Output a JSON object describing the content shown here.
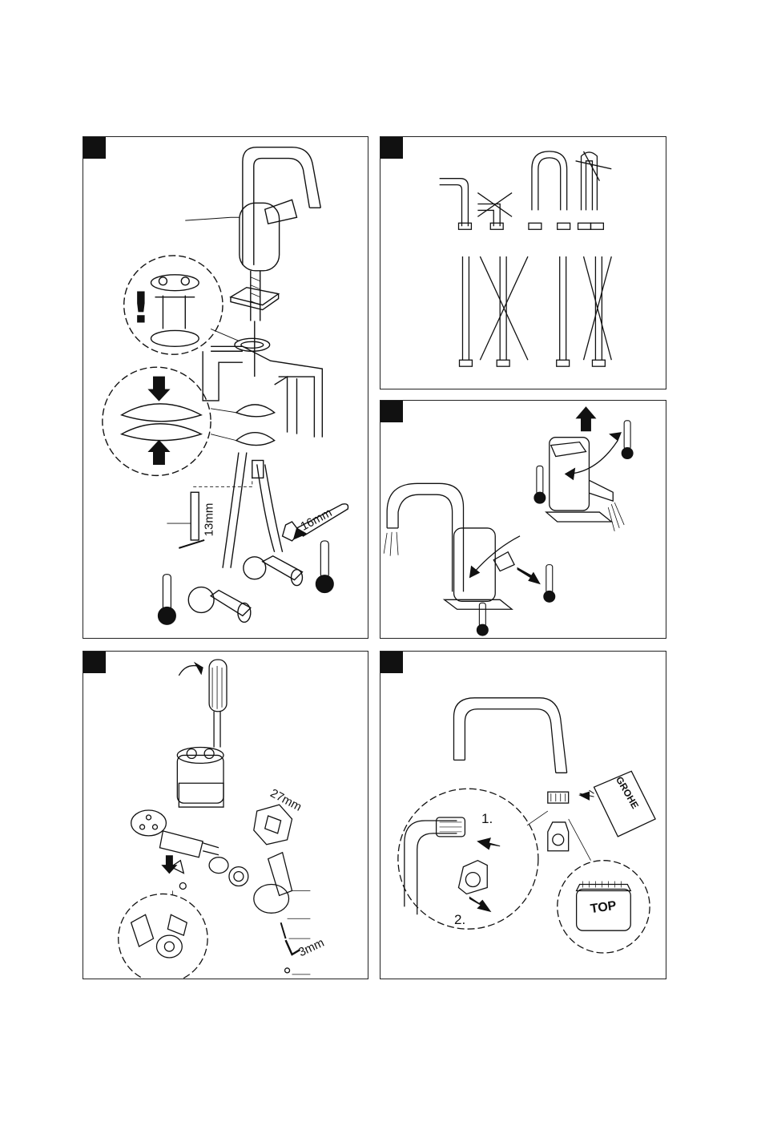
{
  "panels": {
    "install": {
      "wrench_size": "16mm",
      "key_size": "13mm",
      "warning": "!"
    },
    "hoses": {},
    "operation": {},
    "cartridge": {
      "hex_size": "27mm",
      "allen_size": "3mm"
    },
    "aerator": {
      "step1": "1.",
      "step2": "2.",
      "brand": "GROHE",
      "top_label": "TOP"
    }
  }
}
